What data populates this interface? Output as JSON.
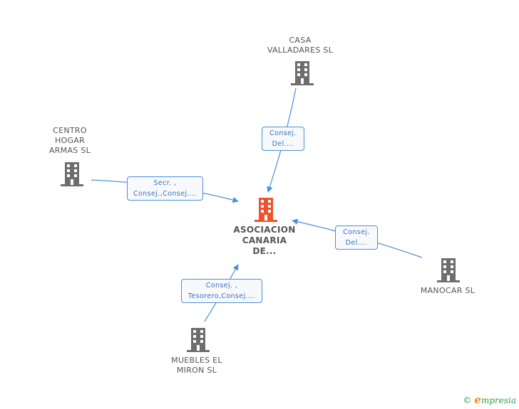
{
  "colors": {
    "center_node": "#f0522a",
    "node": "#6e6e6e",
    "edge": "#4a90d9"
  },
  "nodes": {
    "center": {
      "lines": [
        "ASOCIACION",
        "CANARIA",
        "DE..."
      ],
      "icon": "building-icon"
    },
    "casa": {
      "lines": [
        "CASA",
        "VALLADARES SL"
      ],
      "icon": "building-icon"
    },
    "centro": {
      "lines": [
        "CENTRO",
        "HOGAR",
        "ARMAS SL"
      ],
      "icon": "building-icon"
    },
    "manocar": {
      "lines": [
        "MANOCAR  SL"
      ],
      "icon": "building-icon"
    },
    "muebles": {
      "lines": [
        "MUEBLES EL",
        "MIRON  SL"
      ],
      "icon": "building-icon"
    }
  },
  "edges": {
    "casa": {
      "lines": [
        "Consej.",
        "Del...."
      ]
    },
    "centro": {
      "lines": [
        "Secr. ,",
        "Consej.,Consej...."
      ]
    },
    "manocar": {
      "lines": [
        "Consej.",
        "Del...."
      ]
    },
    "muebles": {
      "lines": [
        "Consej. ,",
        "Tesorero,Consej...."
      ]
    }
  },
  "footer": {
    "copyright": "©",
    "brand_initial": "e",
    "brand_rest": "mpresia"
  }
}
